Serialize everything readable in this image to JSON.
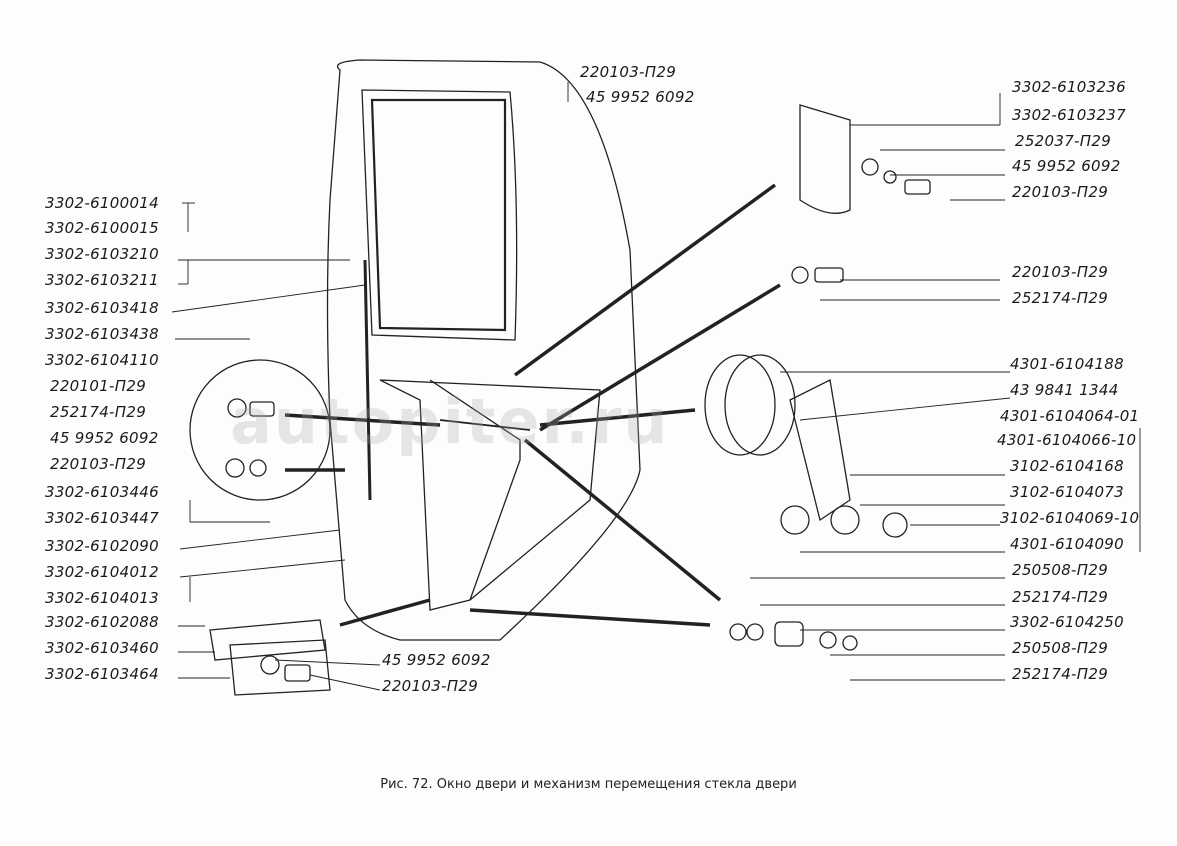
{
  "top_labels": [
    "220103-П29",
    "45 9952 6092"
  ],
  "left_labels": [
    "3302-6100014",
    "3302-6100015",
    "3302-6103210",
    "3302-6103211",
    "3302-6103418",
    "3302-6103438",
    "3302-6104110",
    "220101-П29",
    "252174-П29",
    "45 9952 6092",
    "220103-П29",
    "3302-6103446",
    "3302-6103447",
    "3302-6102090",
    "3302-6104012",
    "3302-6104013",
    "3302-6102088",
    "3302-6103460",
    "3302-6103464"
  ],
  "right_labels": [
    "3302-6103236",
    "3302-6103237",
    "252037-П29",
    "45 9952 6092",
    "220103-П29",
    "220103-П29",
    "252174-П29",
    "4301-6104188",
    "43 9841 1344",
    "4301-6104064-01",
    "4301-6104066-10",
    "3102-6104168",
    "3102-6104073",
    "3102-6104069-10",
    "4301-6104090",
    "250508-П29",
    "252174-П29",
    "3302-6104250",
    "250508-П29",
    "252174-П29"
  ],
  "bottom_labels": [
    "45 9952 6092",
    "220103-П29"
  ],
  "caption": "Рис. 72. Окно двери и механизм перемещения стекла двери",
  "watermark": "autopiter.ru"
}
